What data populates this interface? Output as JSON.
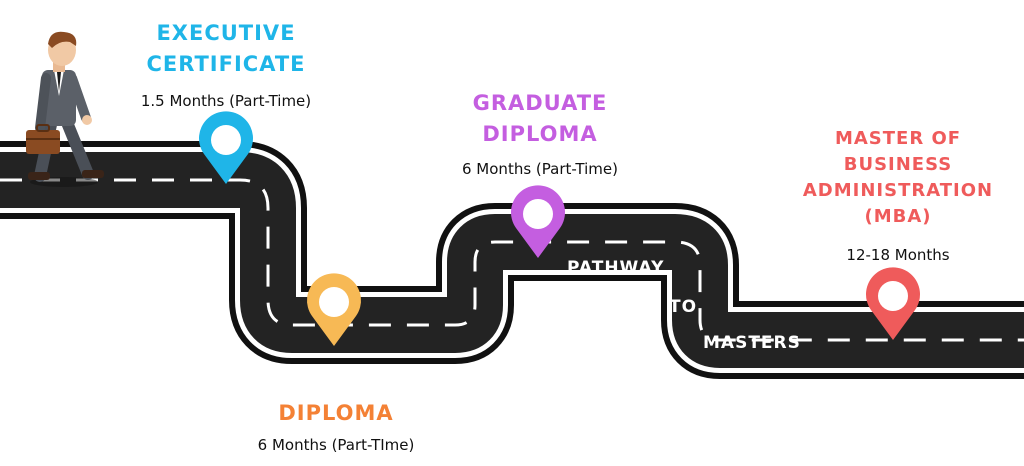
{
  "stages": [
    {
      "title": "EXECUTIVE CERTIFICATE",
      "duration": "1.5 Months (Part-Time)",
      "color": "#1fb5e8",
      "pin_icon": "map-pin-icon"
    },
    {
      "title": "DIPLOMA",
      "duration": "6 Months (Part-TIme)",
      "color": "#f48135",
      "pin_color": "#f7b955",
      "pin_icon": "map-pin-icon"
    },
    {
      "title": "GRADUATE DIPLOMA",
      "duration": "6 Months (Part-Time)",
      "color": "#c45ee0",
      "pin_icon": "map-pin-icon"
    },
    {
      "title": "MASTER OF BUSINESS ADMINISTRATION (MBA)",
      "duration": "12-18 Months",
      "color": "#ef5b5b",
      "pin_icon": "map-pin-icon"
    }
  ],
  "road_text": {
    "word1": "PATHWAY",
    "word2": "TO",
    "word3": "MASTERS"
  },
  "colors": {
    "road": "#222222",
    "road_edge": "#111111",
    "dash": "#ffffff"
  },
  "figure": {
    "icon": "businessman-walking-icon",
    "bag_icon": "briefcase-icon"
  }
}
